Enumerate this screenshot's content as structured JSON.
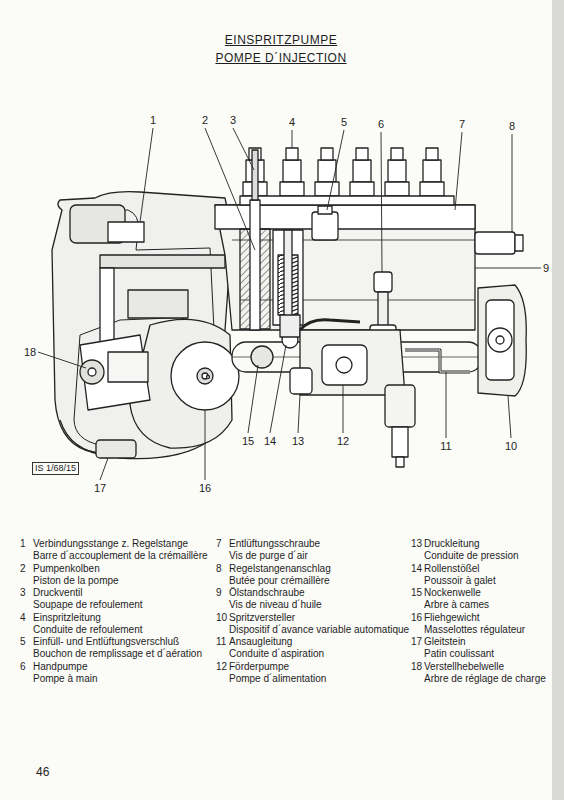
{
  "diagram": {
    "title": "EINSPRITZPUMPE",
    "labels": [
      "POMPE D´INJECTION",
      "1",
      "2",
      "3",
      "4",
      "5",
      "6",
      "7",
      "8",
      "9",
      "18",
      "15",
      "14",
      "13",
      "12",
      "11",
      "10",
      "17",
      "16",
      "IS 1/68/15",
      "1",
      "Verbindungsstange z. Regelstange",
      "Barre d´accouplement de la crémaillère",
      "2",
      "Pumpenkolben",
      "Piston de la pompe",
      "3",
      "Druckventil",
      "Soupape de refoulement",
      "4",
      "Einspritzleitung",
      "Conduite de refoulement",
      "5",
      "Einfüll- und Entlüftungsverschluß",
      "Bouchon de remplissage et d´aération",
      "6",
      "Handpumpe",
      "Pompe à main",
      "7",
      "Entlüftungsschraube",
      "Vis de purge d´air",
      "8",
      "Regelstangenanschlag",
      "Butée pour crémaillère",
      "9",
      "Ölstandschraube",
      "Vis de niveau d´huile",
      "10",
      "Spritzversteller",
      "Dispositif d´avance variable automatique",
      "11",
      "Ansaugleitung",
      "Conduite d´aspiration",
      "12",
      "Förderpumpe",
      "Pompe d´alimentation",
      "13",
      "Druckleitung",
      "Conduite de pression",
      "14",
      "Rollenstößel",
      "Poussoir à galet",
      "15",
      "Nockenwelle",
      "Arbre à cames",
      "16",
      "Fliehgewicht",
      "Masselottes régulateur",
      "17",
      "Gleitstein",
      "Patin coulissant",
      "18",
      "Verstellhebelwelle",
      "Arbre de réglage de charge",
      "46"
    ]
  }
}
